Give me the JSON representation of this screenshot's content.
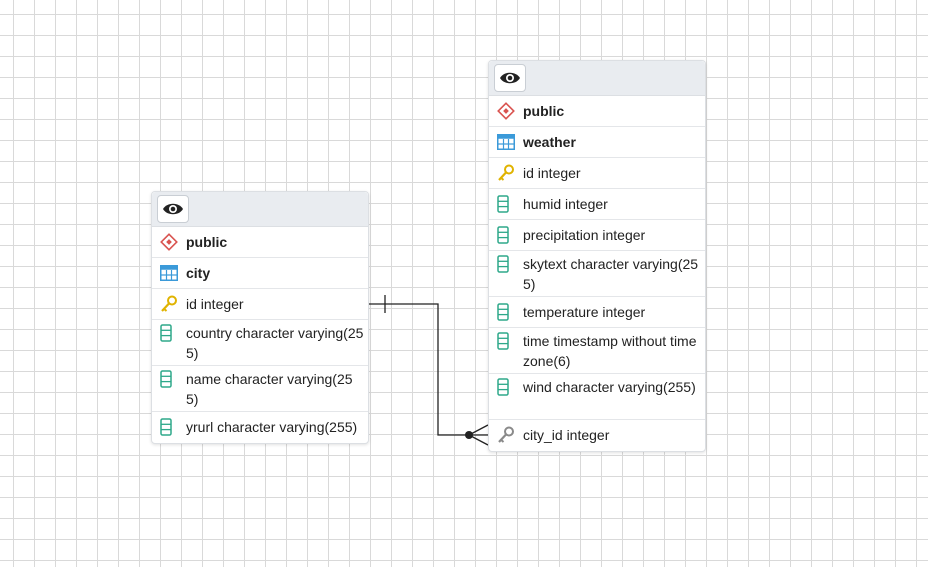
{
  "colors": {
    "schema_icon": "#d9534f",
    "table_icon": "#3b9ad9",
    "primary_key": "#e0b300",
    "column_icon": "#2ea88a",
    "foreign_key": "#8a8a8a",
    "header_bg": "#e9ecf0",
    "grid": "#d9d9d9",
    "link": "#222222"
  },
  "tables": {
    "city": {
      "schema": "public",
      "name": "city",
      "columns": [
        {
          "text": "id integer",
          "kind": "primary-key"
        },
        {
          "text": "country character varying(255)",
          "kind": "column"
        },
        {
          "text": "name character varying(255)",
          "kind": "column"
        },
        {
          "text": "yrurl character varying(255)",
          "kind": "column"
        }
      ]
    },
    "weather": {
      "schema": "public",
      "name": "weather",
      "columns": [
        {
          "text": "id integer",
          "kind": "primary-key"
        },
        {
          "text": "humid integer",
          "kind": "column"
        },
        {
          "text": "precipitation integer",
          "kind": "column"
        },
        {
          "text": "skytext character varying(255)",
          "kind": "column"
        },
        {
          "text": "temperature integer",
          "kind": "column"
        },
        {
          "text": "time timestamp without time zone(6)",
          "kind": "column"
        },
        {
          "text": "wind character varying(255)",
          "kind": "column"
        },
        {
          "text": "city_id integer",
          "kind": "foreign-key"
        }
      ]
    }
  },
  "relationship": {
    "from": "city.id",
    "to": "weather.city_id",
    "source_end": "one",
    "target_end": "many"
  }
}
